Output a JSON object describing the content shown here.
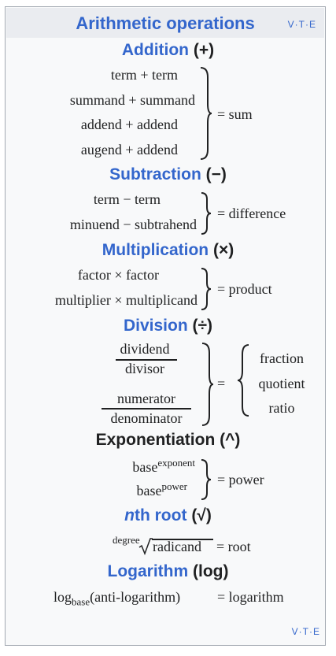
{
  "navbox": {
    "title": "Arithmetic operations",
    "vte": {
      "v": "V",
      "t": "T",
      "e": "E"
    }
  },
  "sections": {
    "addition": {
      "name": "Addition",
      "symbol": "(+)",
      "lines": [
        "term + term",
        "summand + summand",
        "addend + addend",
        "augend + addend"
      ],
      "result": "= sum"
    },
    "subtraction": {
      "name": "Subtraction",
      "symbol": "(−)",
      "lines": [
        "term − term",
        "minuend − subtrahend"
      ],
      "result": "= difference"
    },
    "multiplication": {
      "name": "Multiplication",
      "symbol": "(×)",
      "lines": [
        "factor × factor",
        "multiplier × multiplicand"
      ],
      "result": "= product"
    },
    "division": {
      "name": "Division",
      "symbol": "(÷)",
      "fractions": [
        {
          "num": "dividend",
          "den": "divisor"
        },
        {
          "num": "numerator",
          "den": "denominator"
        }
      ],
      "equals": "=",
      "results": [
        "fraction",
        "quotient",
        "ratio"
      ]
    },
    "exponentiation": {
      "name": "Exponentiation",
      "symbol": "(^)",
      "lines": [
        {
          "base": "base",
          "exp": "exponent"
        },
        {
          "base": "base",
          "exp": "power"
        }
      ],
      "result": "= power"
    },
    "nth_root": {
      "name_italic": "n",
      "name": "th root",
      "symbol": "(√)",
      "degree": "degree",
      "radicand": "radicand",
      "result": "= root"
    },
    "logarithm": {
      "name": "Logarithm",
      "symbol": "(log)",
      "log": "log",
      "sub": "base",
      "arg": "(anti-logarithm)",
      "result": "= logarithm"
    }
  }
}
